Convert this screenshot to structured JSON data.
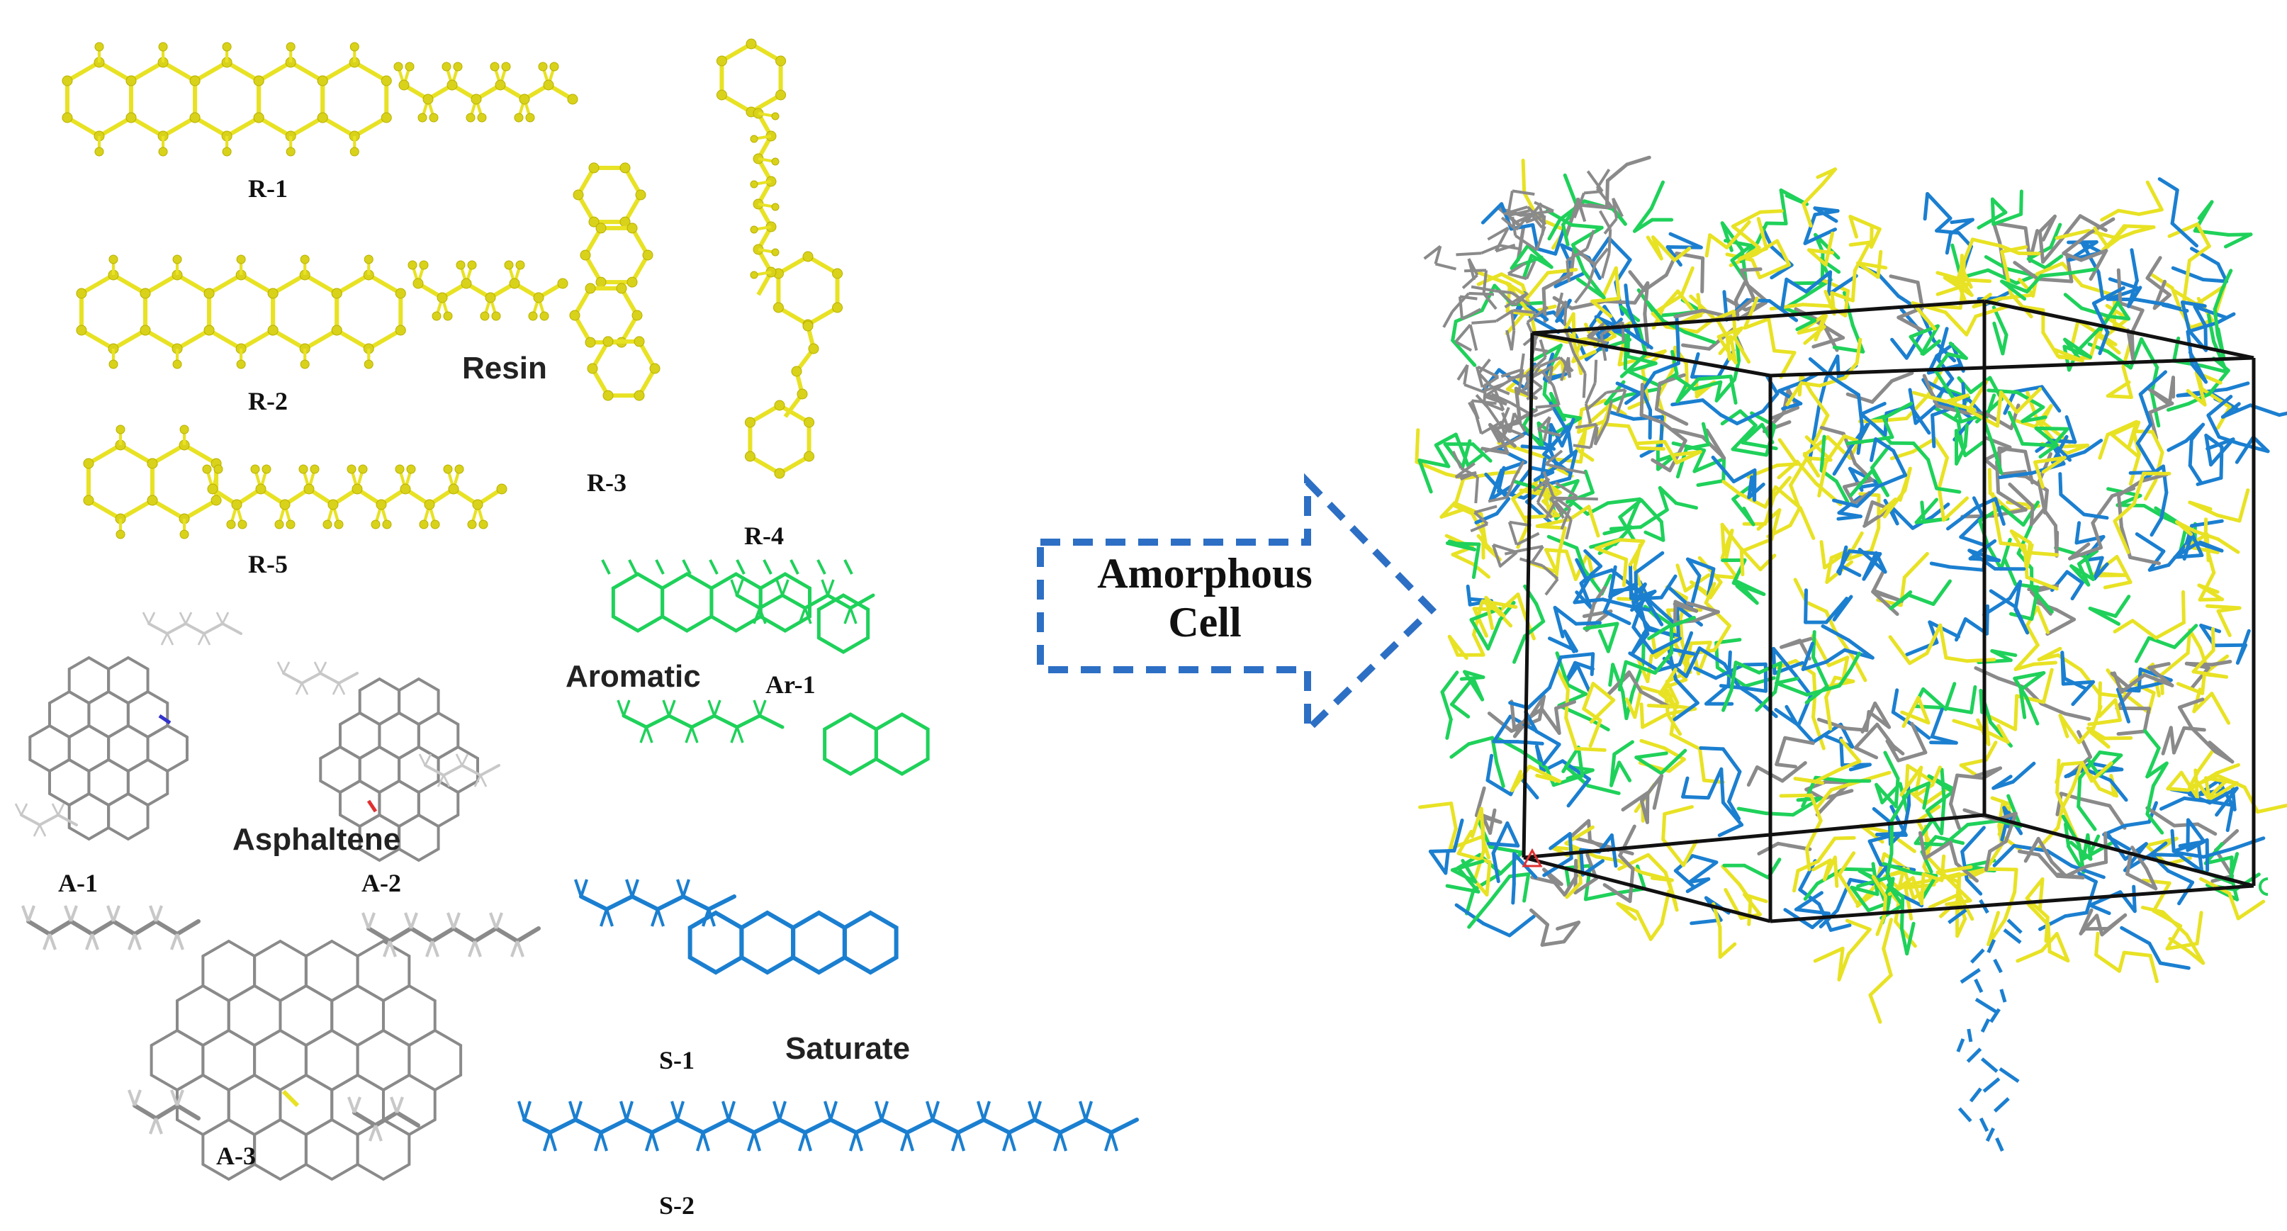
{
  "colors": {
    "resin": "#e8e224",
    "resin_atom": "#d9d21a",
    "aromatic": "#1fd15a",
    "saturate": "#1b7fd0",
    "asphaltene": "#8a8a8a",
    "asphaltene_h": "#c8c8c8",
    "nitrogen": "#3333cc",
    "oxygen": "#e03030",
    "sulfur": "#e8e224",
    "arrow": "#2d6fc4",
    "cell_edge": "#111111"
  },
  "labels": {
    "r1": "R-1",
    "r2": "R-2",
    "r3": "R-3",
    "r4": "R-4",
    "r5": "R-5",
    "ar1": "Ar-1",
    "a1": "A-1",
    "a2": "A-2",
    "a3": "A-3",
    "s1": "S-1",
    "s2": "S-2"
  },
  "groups": {
    "resin": "Resin",
    "aromatic": "Aromatic",
    "asphaltene": "Asphaltene",
    "saturate": "Saturate"
  },
  "arrow": {
    "line1": "Amorphous",
    "line2": "Cell",
    "icon": "dashed-right-arrow-icon"
  },
  "cell_axes": {
    "a": "A",
    "c": "C"
  }
}
